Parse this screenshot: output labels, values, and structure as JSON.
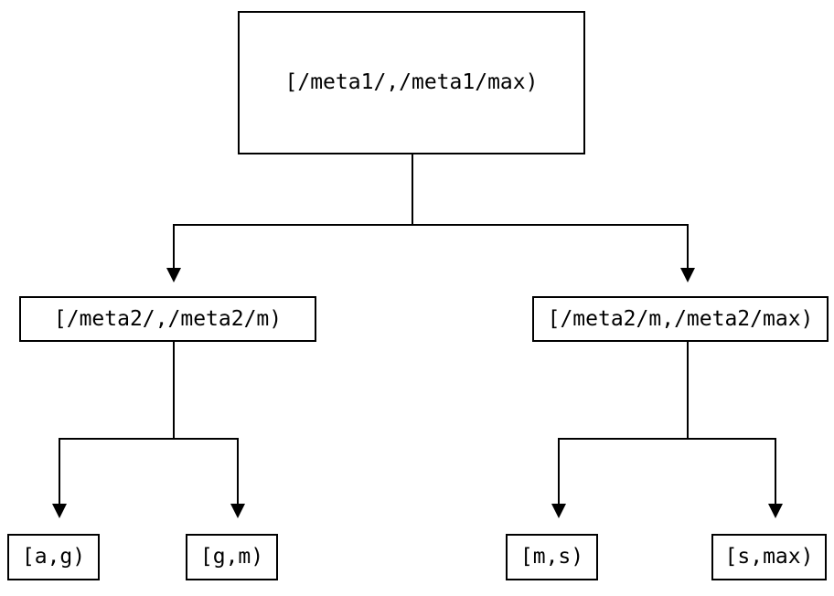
{
  "diagram": {
    "type": "tree",
    "background_color": "#ffffff",
    "line_color": "#000000",
    "text_color": "#000000",
    "nodes": {
      "root": {
        "label": "[/meta1/,/meta1/max)"
      },
      "left_child": {
        "label": "[/meta2/,/meta2/m)"
      },
      "right_child": {
        "label": "[/meta2/m,/meta2/max)"
      },
      "leaf_a_g": {
        "label": "[a,g)"
      },
      "leaf_g_m": {
        "label": "[g,m)"
      },
      "leaf_m_s": {
        "label": "[m,s)"
      },
      "leaf_s_max": {
        "label": "[s,max)"
      }
    },
    "edges": [
      {
        "from": "root",
        "to": "left_child"
      },
      {
        "from": "root",
        "to": "right_child"
      },
      {
        "from": "left_child",
        "to": "leaf_a_g"
      },
      {
        "from": "left_child",
        "to": "leaf_g_m"
      },
      {
        "from": "right_child",
        "to": "leaf_m_s"
      },
      {
        "from": "right_child",
        "to": "leaf_s_max"
      }
    ]
  }
}
